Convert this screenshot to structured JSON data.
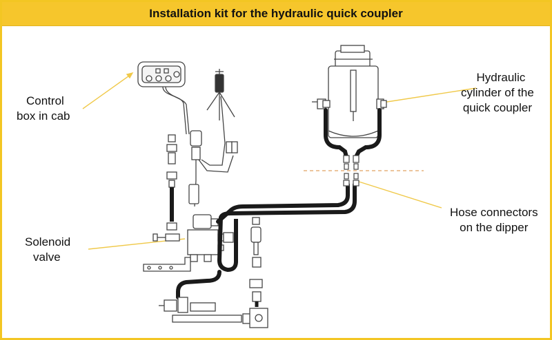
{
  "title": "Installation kit for the hydraulic quick coupler",
  "labels": {
    "control_box": [
      "Control",
      "box in cab"
    ],
    "hydraulic_cylinder": [
      "Hydraulic",
      "cylinder of the",
      "quick coupler"
    ],
    "hose_connectors": [
      "Hose connectors",
      "on the dipper"
    ],
    "solenoid_valve": [
      "Solenoid",
      "valve"
    ]
  },
  "colors": {
    "frame": "#f3c623",
    "title_bg": "#f6c62c",
    "leader": "#f0c94a",
    "dashed": "#e0a060",
    "hose": "#1a1a1a",
    "outline": "#444444"
  }
}
